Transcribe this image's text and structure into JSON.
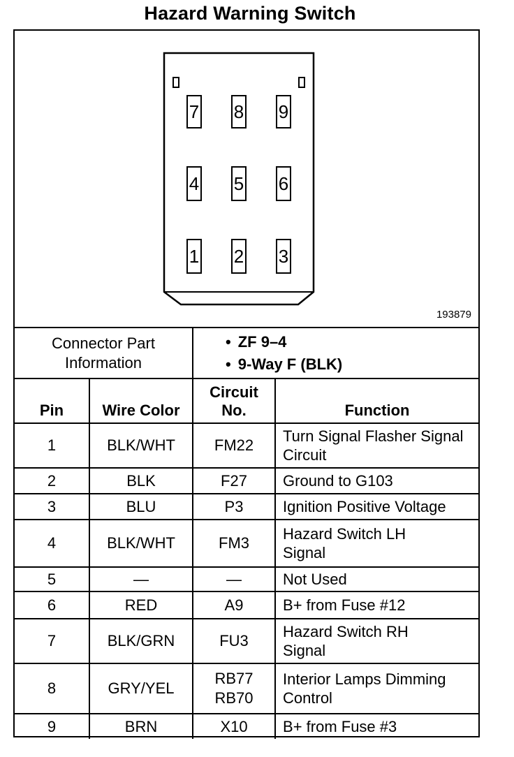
{
  "title": "Hazard Warning Switch",
  "figure_number": "193879",
  "connector": {
    "pins": [
      "7",
      "8",
      "9",
      "4",
      "5",
      "6",
      "1",
      "2",
      "3"
    ],
    "info_label": "Connector Part Information",
    "info_items": [
      "ZF 9–4",
      "9-Way F (BLK)"
    ]
  },
  "table": {
    "headers": {
      "pin": "Pin",
      "wire_color": "Wire Color",
      "circuit_no": "Circuit No.",
      "function": "Function"
    },
    "rows": [
      {
        "pin": "1",
        "wire": "BLK/WHT",
        "circuit": "FM22",
        "function": "Turn Signal Flasher Signal Circuit"
      },
      {
        "pin": "2",
        "wire": "BLK",
        "circuit": "F27",
        "function": "Ground to G103"
      },
      {
        "pin": "3",
        "wire": "BLU",
        "circuit": "P3",
        "function": "Ignition Positive Voltage"
      },
      {
        "pin": "4",
        "wire": "BLK/WHT",
        "circuit": "FM3",
        "function": "Hazard Switch LH Signal"
      },
      {
        "pin": "5",
        "wire": "—",
        "circuit": "—",
        "function": "Not Used"
      },
      {
        "pin": "6",
        "wire": "RED",
        "circuit": "A9",
        "function": "B+ from Fuse #12"
      },
      {
        "pin": "7",
        "wire": "BLK/GRN",
        "circuit": "FU3",
        "function": "Hazard Switch RH Signal"
      },
      {
        "pin": "8",
        "wire": "GRY/YEL",
        "circuit": "RB77 RB70",
        "function": "Interior Lamps Dimming Control"
      },
      {
        "pin": "9",
        "wire": "BRN",
        "circuit": "X10",
        "function": "B+ from Fuse #3"
      }
    ]
  }
}
